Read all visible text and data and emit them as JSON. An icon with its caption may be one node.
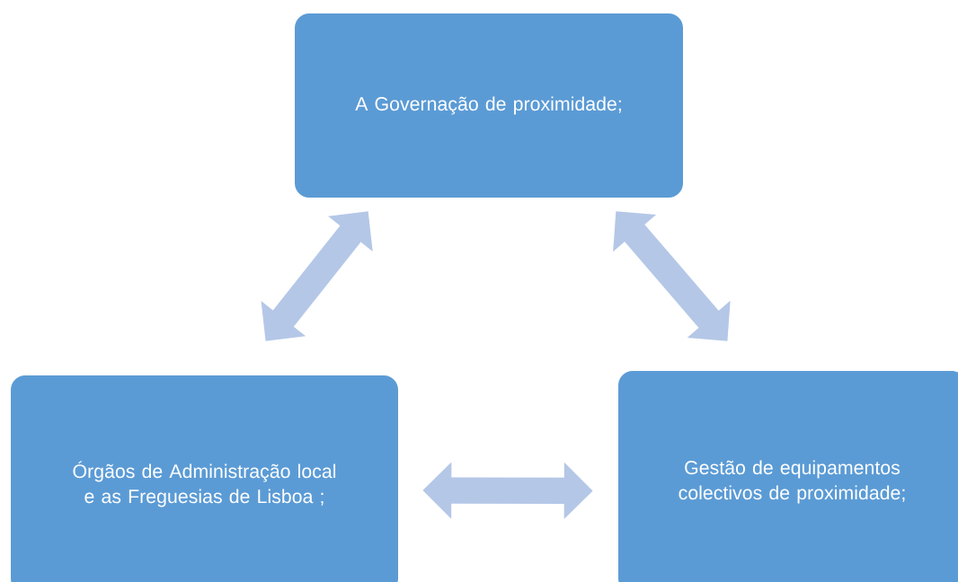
{
  "diagram": {
    "nodes": [
      {
        "text": [
          "A Governação de proximidade;"
        ]
      },
      {
        "text": [
          "Órgãos de Administração local e as Freguesias de Lisboa ;"
        ]
      },
      {
        "text": [
          "Gestão de equipamentos colectivos de proximidade;"
        ]
      }
    ],
    "edges": [
      {
        "from": 1,
        "to": 0,
        "arrow": "both"
      },
      {
        "from": 0,
        "to": 2,
        "arrow": "both"
      },
      {
        "from": 1,
        "to": 2,
        "arrow": "both"
      }
    ]
  }
}
